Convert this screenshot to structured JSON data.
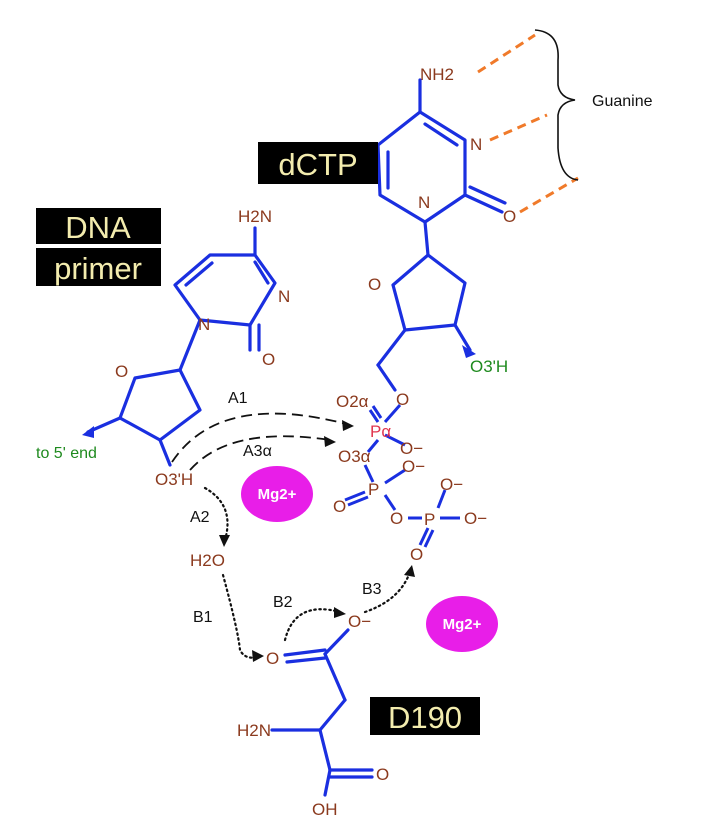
{
  "tags": {
    "dctp": "dCTP",
    "dna_line1": "DNA",
    "dna_line2": "primer",
    "d190": "D190"
  },
  "annotations": {
    "guanine": "Guanine",
    "to_5_end": "to 5' end",
    "o3h_top": "O3'H"
  },
  "ions": {
    "mg_left": "Mg2+",
    "mg_right": "Mg2+"
  },
  "arrow_labels": {
    "a1": "A1",
    "a2": "A2",
    "a3": "A3α",
    "b1": "B1",
    "b2": "B2",
    "b3": "B3"
  },
  "atoms": {
    "nh2_top": "NH2",
    "n_dctp_ring": "N",
    "n_dctp_glyc": "N",
    "o_dctp_carbonyl": "O",
    "o_dctp_sugar": "O",
    "h2n_primer": "H2N",
    "n_primer_ring": "N",
    "n_primer_glyc": "N",
    "o_primer_carbonyl": "O",
    "o_primer_sugar": "O",
    "o3h_primer": "O3'H",
    "o_link": "O",
    "o2a": "O2α",
    "pa": "Pα",
    "o_minus_a": "O−",
    "o3a": "O3α",
    "o_minus_b1": "O−",
    "p_beta": "P",
    "o_beta_dbl": "O",
    "o_bridge": "O",
    "p_gamma": "P",
    "o_minus_g1": "O−",
    "o_minus_g2": "O−",
    "o_gamma_dbl": "O",
    "h2o": "H2O",
    "o_carbonyl_d190": "O",
    "o_minus_d190": "O−",
    "h2n_d190": "H2N",
    "o_acid": "O",
    "oh_acid": "OH"
  },
  "colors": {
    "bond": "#1a2fe0",
    "atom": "#8b3a1e",
    "hbond": "#f07a2a",
    "mg": "#e81ee8",
    "tag_bg": "#000000",
    "tag_text": "#f3ecae",
    "green_label": "#1e8a1e"
  }
}
